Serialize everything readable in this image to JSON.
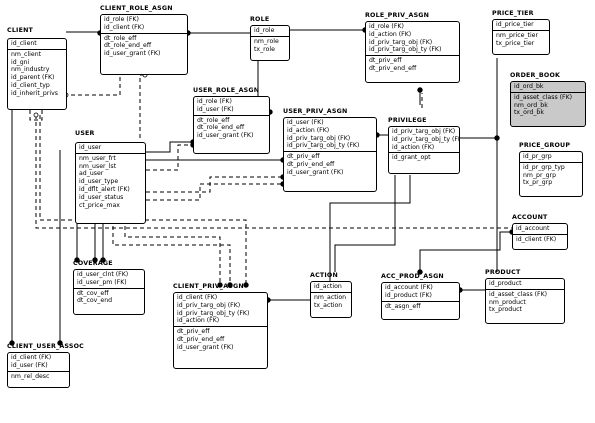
{
  "entities": {
    "client": {
      "name": "CLIENT",
      "keys": [
        "id_client"
      ],
      "attrs": [
        "nm_client",
        "id_gni",
        "nm_industry",
        "id_parent (FK)",
        "id_client_typ",
        "id_inherit_privs"
      ]
    },
    "client_role_asgn": {
      "name": "CLIENT_ROLE_ASGN",
      "keys": [
        "id_role (FK)",
        "id_client (FK)"
      ],
      "attrs": [
        "dt_role_eff",
        "dt_role_end_eff",
        "id_user_grant (FK)"
      ]
    },
    "role": {
      "name": "ROLE",
      "keys": [
        "id_role"
      ],
      "attrs": [
        "nm_role",
        "tx_role"
      ]
    },
    "role_priv_asgn": {
      "name": "ROLE_PRIV_ASGN",
      "keys": [
        "id_role (FK)",
        "id_action (FK)",
        "id_priv_targ_obj (FK)",
        "id_priv_targ_obj_ty (FK)"
      ],
      "attrs": [
        "dt_priv_eff",
        "dt_priv_end_eff"
      ]
    },
    "price_tier": {
      "name": "PRICE_TIER",
      "keys": [
        "id_price_tier"
      ],
      "attrs": [
        "nm_price_tier",
        "tx_price_tier"
      ]
    },
    "user_role_asgn": {
      "name": "USER_ROLE_ASGN",
      "keys": [
        "id_role (FK)",
        "id_user (FK)"
      ],
      "attrs": [
        "dt_role_eff",
        "dt_role_end_eff",
        "id_user_grant (FK)"
      ]
    },
    "order_book": {
      "name": "ORDER_BOOK",
      "keys": [
        "id_ord_bk"
      ],
      "attrs": [
        "id_asset_class (FK)",
        "nm_ord_bk",
        "tx_ord_bk"
      ]
    },
    "user": {
      "name": "USER",
      "keys": [
        "id_user"
      ],
      "attrs": [
        "nm_user_frt",
        "nm_user_lst",
        "ad_user",
        "id_user_type",
        "id_dflt_alert (FK)",
        "id_user_status",
        "ct_price_max"
      ]
    },
    "user_priv_asgn": {
      "name": "USER_PRIV_ASGN",
      "keys": [
        "id_user (FK)",
        "id_action (FK)",
        "id_priv_targ_obj (FK)",
        "id_priv_targ_obj_ty (FK)"
      ],
      "attrs": [
        "dt_priv_eff",
        "dt_priv_end_eff",
        "id_user_grant (FK)"
      ]
    },
    "privilege": {
      "name": "PRIVILEGE",
      "keys": [
        "id_priv_targ_obj (FK)",
        "id_priv_targ_obj_ty (FK)",
        "id_action (FK)"
      ],
      "attrs": [
        "id_grant_opt"
      ]
    },
    "price_group": {
      "name": "PRICE_GROUP",
      "keys": [
        "id_pr_grp"
      ],
      "attrs": [
        "id_pr_grp_typ",
        "nm_pr_grp",
        "tx_pr_grp"
      ]
    },
    "account": {
      "name": "ACCOUNT",
      "keys": [
        "id_account"
      ],
      "attrs": [
        "id_client (FK)"
      ]
    },
    "coverage": {
      "name": "COVERAGE",
      "keys": [
        "id_user_clnt (FK)",
        "id_user_pm (FK)"
      ],
      "attrs": [
        "dt_cov_eff",
        "dt_cov_end"
      ]
    },
    "client_priv_asgn": {
      "name": "CLIENT_PRIV_ASGN",
      "keys": [
        "id_client (FK)",
        "id_priv_targ_obj (FK)",
        "id_priv_targ_obj_ty (FK)",
        "id_action (FK)"
      ],
      "attrs": [
        "dt_priv_eff",
        "dt_priv_end_eff",
        "id_user_grant (FK)"
      ]
    },
    "action": {
      "name": "ACTION",
      "keys": [
        "id_action"
      ],
      "attrs": [
        "nm_action",
        "tx_action"
      ]
    },
    "acc_prod_asgn": {
      "name": "ACC_PROD_ASGN",
      "keys": [
        "id_account (FK)",
        "id_product (FK)"
      ],
      "attrs": [
        "dt_asgn_eff"
      ]
    },
    "product": {
      "name": "PRODUCT",
      "keys": [
        "id_product"
      ],
      "attrs": [
        "id_asset_class (FK)",
        "nm_product",
        "tx_product"
      ]
    },
    "client_user_assoc": {
      "name": "CLIENT_USER_ASSOC",
      "keys": [
        "id_client (FK)",
        "id_user (FK)"
      ],
      "attrs": [
        "nm_rel_desc"
      ]
    }
  }
}
